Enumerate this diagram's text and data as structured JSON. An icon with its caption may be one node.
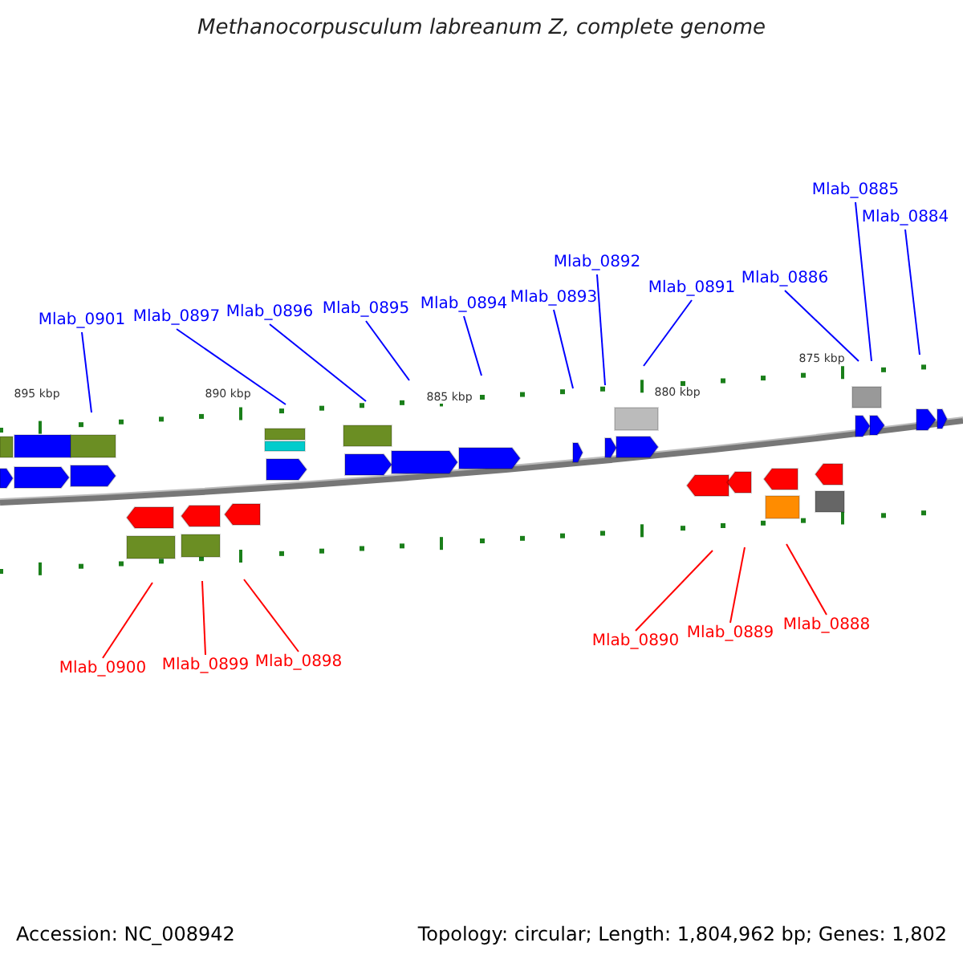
{
  "diagram": {
    "title": "Methanocorpusculum labreanum Z, complete genome",
    "nodes": [
      {
        "text": [
          "Mlab_0901"
        ]
      },
      {
        "text": [
          "Mlab_0897"
        ]
      },
      {
        "text": [
          "Mlab_0896"
        ]
      },
      {
        "text": [
          "Mlab_0895"
        ]
      },
      {
        "text": [
          "Mlab_0894"
        ]
      },
      {
        "text": [
          "Mlab_0893"
        ]
      },
      {
        "text": [
          "Mlab_0892"
        ]
      },
      {
        "text": [
          "Mlab_0891"
        ]
      },
      {
        "text": [
          "Mlab_0886"
        ]
      },
      {
        "text": [
          "Mlab_0885"
        ]
      },
      {
        "text": [
          "Mlab_0884"
        ]
      },
      {
        "text": [
          "Mlab_0900"
        ]
      },
      {
        "text": [
          "Mlab_0899"
        ]
      },
      {
        "text": [
          "Mlab_0898"
        ]
      },
      {
        "text": [
          "Mlab_0890"
        ]
      },
      {
        "text": [
          "Mlab_0889"
        ]
      },
      {
        "text": [
          "Mlab_0888"
        ]
      }
    ],
    "edges": [
      {
        "from": 0,
        "to": null,
        "arrow": "none"
      },
      {
        "from": 1,
        "to": null,
        "arrow": "none"
      },
      {
        "from": 2,
        "to": null,
        "arrow": "none"
      },
      {
        "from": 3,
        "to": null,
        "arrow": "none"
      },
      {
        "from": 4,
        "to": null,
        "arrow": "none"
      },
      {
        "from": 5,
        "to": null,
        "arrow": "none"
      },
      {
        "from": 6,
        "to": null,
        "arrow": "none"
      },
      {
        "from": 7,
        "to": null,
        "arrow": "none"
      },
      {
        "from": 8,
        "to": null,
        "arrow": "none"
      },
      {
        "from": 9,
        "to": null,
        "arrow": "none"
      },
      {
        "from": 10,
        "to": null,
        "arrow": "none"
      },
      {
        "from": 11,
        "to": null,
        "arrow": "none",
        "color": "#ff0000"
      },
      {
        "from": 12,
        "to": null,
        "arrow": "none",
        "color": "#ff0000"
      },
      {
        "from": 13,
        "to": null,
        "arrow": "none",
        "color": "#ff0000"
      },
      {
        "from": 14,
        "to": null,
        "arrow": "none",
        "color": "#ff0000"
      },
      {
        "from": 15,
        "to": null,
        "arrow": "none",
        "color": "#ff0000"
      },
      {
        "from": 16,
        "to": null,
        "arrow": "none",
        "color": "#ff0000"
      }
    ],
    "labels": [
      "895 kbp",
      "890 kbp",
      "885 kbp",
      "880 kbp",
      "875 kbp",
      "Accession: NC_008942",
      "Topology: circular; Length: 1,804,962 bp; Genes: 1,802"
    ]
  }
}
